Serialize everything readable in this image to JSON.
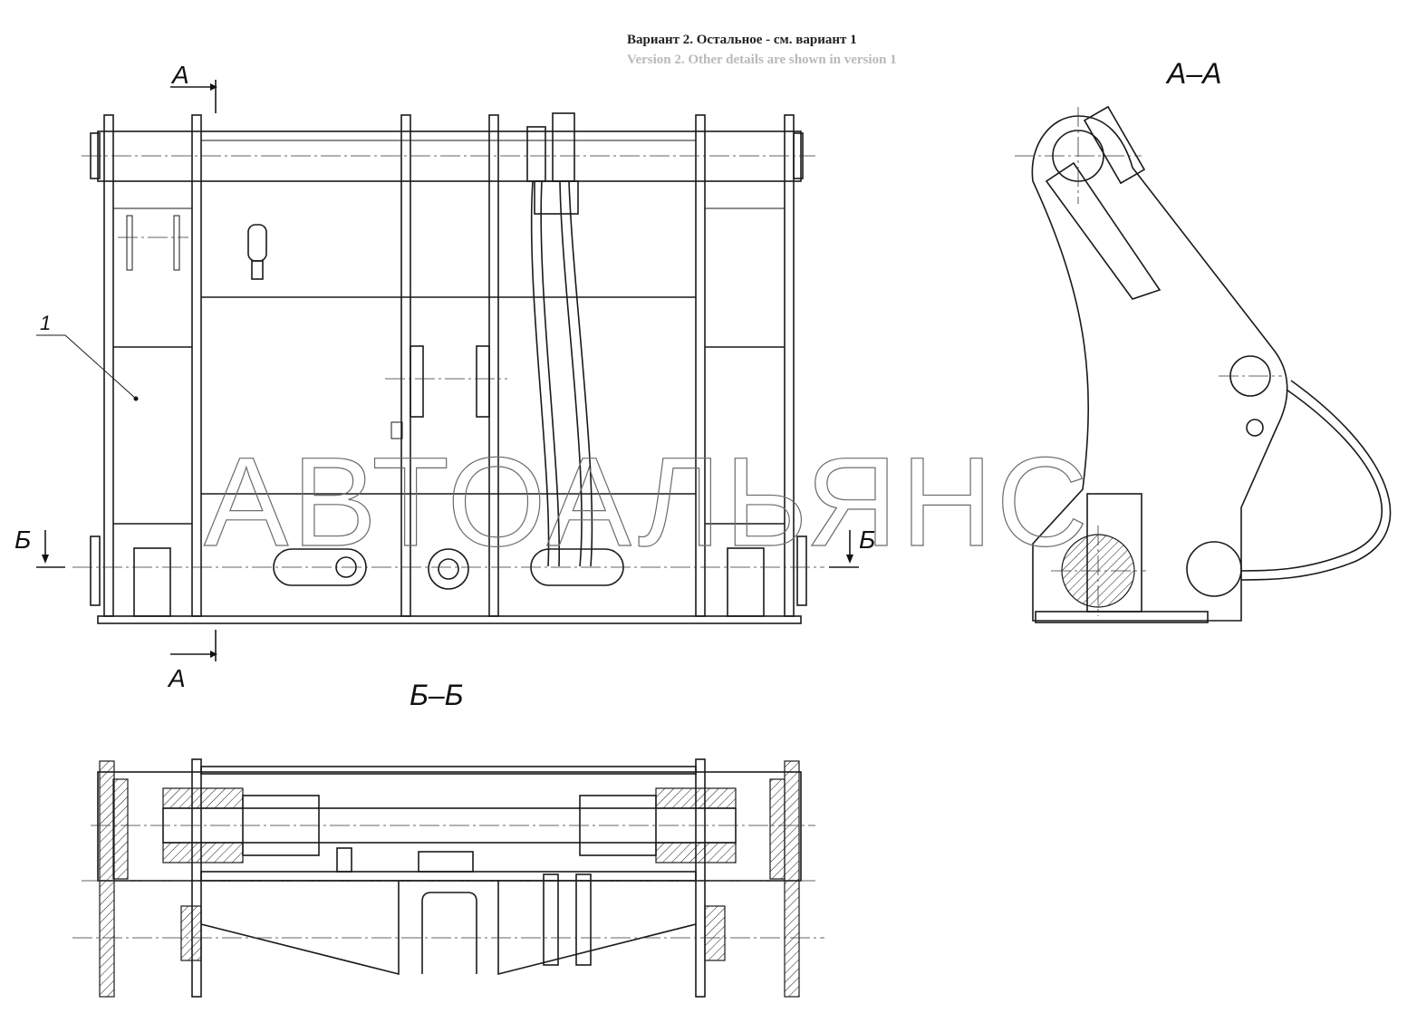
{
  "title": {
    "ru": "Вариант 2. Остальное - см. вариант 1",
    "en": "Version 2. Other details are shown in version 1"
  },
  "labels": {
    "section_aa": "А–А",
    "section_bb": "Б–Б",
    "cut_a_top": "А",
    "cut_a_bottom": "А",
    "cut_b_left": "Б",
    "cut_b_right": "Б",
    "callout_1": "1"
  },
  "watermark": "АВТОАЛЬЯНС",
  "colors": {
    "line": "#1a1a1a",
    "watermark": "#6b6b6b",
    "subtitle": "#b9b9b9"
  }
}
